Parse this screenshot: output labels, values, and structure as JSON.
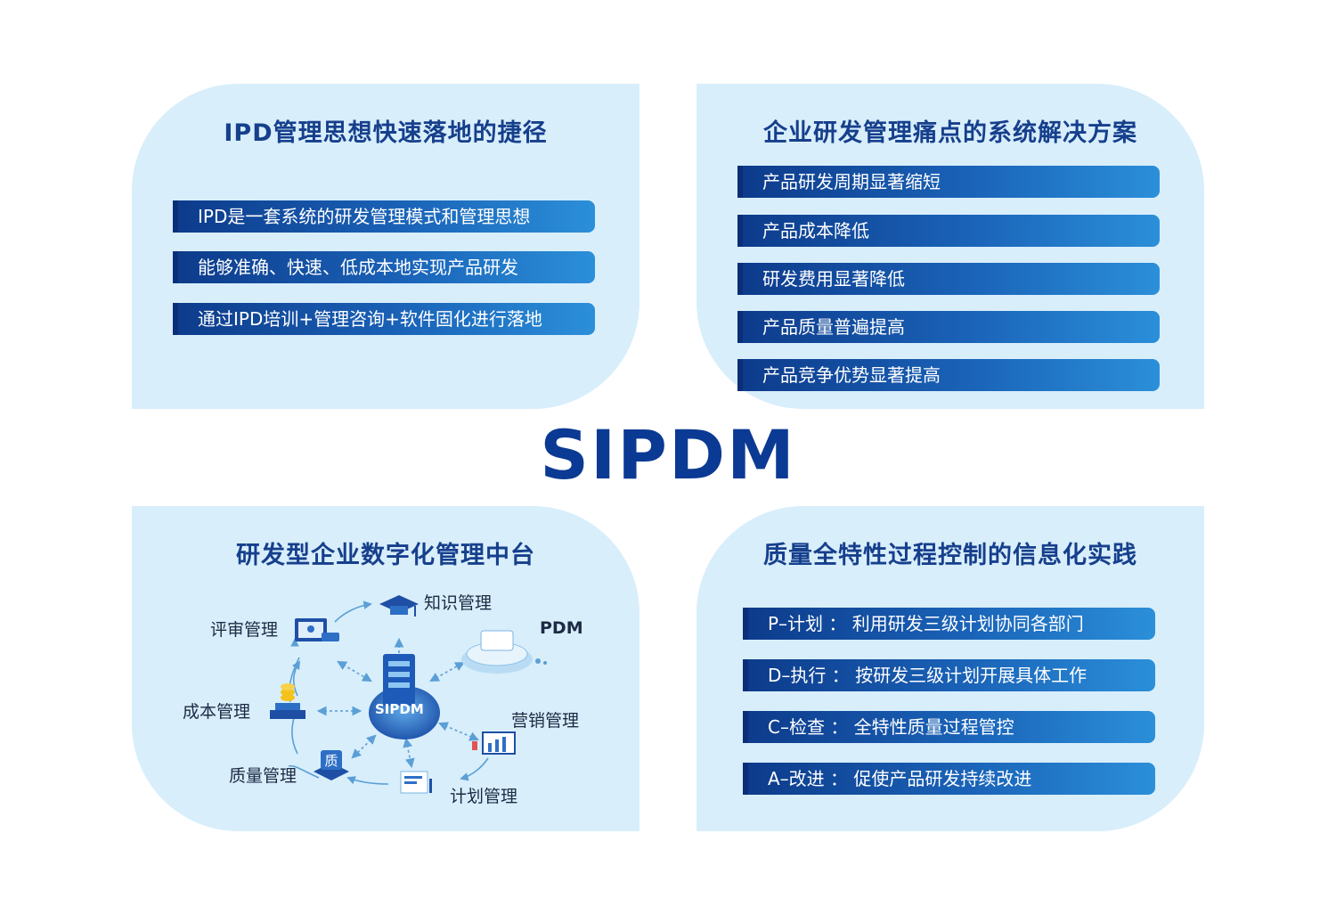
{
  "center_title": "SIPDM",
  "colors": {
    "panel_bg": "#d8eefb",
    "title_text": "#163f8c",
    "bar_dark": "#0d3a8a",
    "bar_light": "#2b8fd9",
    "center_text": "#0b3a94"
  },
  "top_left": {
    "title": "IPD管理思想快速落地的捷径",
    "items": [
      "IPD是一套系统的研发管理模式和管理思想",
      "能够准确、快速、低成本地实现产品研发",
      "通过IPD培训+管理咨询+软件固化进行落地"
    ]
  },
  "top_right": {
    "title": "企业研发管理痛点的系统解决方案",
    "items": [
      "产品研发周期显著缩短",
      "产品成本降低",
      "研发费用显著降低",
      "产品质量普遍提高",
      "产品竞争优势显著提高"
    ]
  },
  "bottom_left": {
    "title": "研发型企业数字化管理中台",
    "center_label": "SIPDM",
    "nodes": {
      "knowledge": "知识管理",
      "pdm": "PDM",
      "review": "评审管理",
      "cost": "成本管理",
      "marketing": "营销管理",
      "quality": "质量管理",
      "planning": "计划管理"
    },
    "quality_icon_char": "质",
    "icons": [
      "graduation-cap-icon",
      "platform-icon",
      "monitor-icon",
      "coins-icon",
      "chart-board-icon",
      "quality-stamp-icon",
      "plan-board-icon",
      "server-icon"
    ]
  },
  "bottom_right": {
    "title": "质量全特性过程控制的信息化实践",
    "items": [
      "P–计划 ： 利用研发三级计划协同各部门",
      "D–执行 ： 按研发三级计划开展具体工作",
      "C–检查 ： 全特性质量过程管控",
      "A–改进 ： 促使产品研发持续改进"
    ]
  }
}
